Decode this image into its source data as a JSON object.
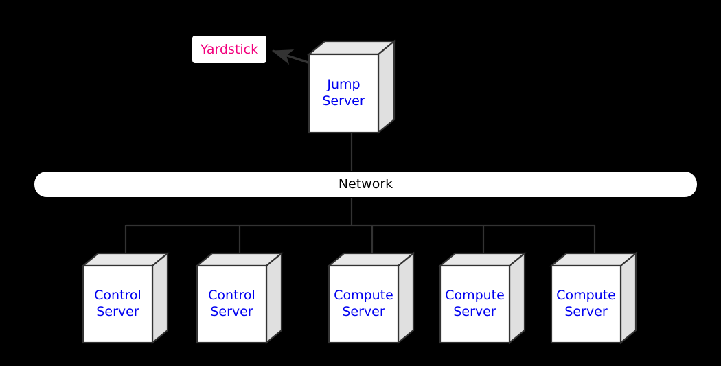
{
  "diagram": {
    "background_color": "#000000",
    "node_fill": "#ffffff",
    "node_top_fill": "#e8e8e8",
    "node_side_fill": "#e0e0e0",
    "stroke_color": "#333333",
    "server_label_color": "#0000f0",
    "accent_color": "#f2007d",
    "network_label_color": "#000000"
  },
  "yardstick": {
    "label": "Yardstick"
  },
  "jump_server": {
    "label_line1": "Jump",
    "label_line2": "Server",
    "port_icon": "circle-port-icon"
  },
  "network": {
    "label": "Network"
  },
  "servers": [
    {
      "label_line1": "Control",
      "label_line2": "Server",
      "kind": "control"
    },
    {
      "label_line1": "Control",
      "label_line2": "Server",
      "kind": "control"
    },
    {
      "label_line1": "Compute",
      "label_line2": "Server",
      "kind": "compute"
    },
    {
      "label_line1": "Compute",
      "label_line2": "Server",
      "kind": "compute"
    },
    {
      "label_line1": "Compute",
      "label_line2": "Server",
      "kind": "compute"
    }
  ],
  "connections": {
    "yardstick_arrow": "arrow-jump-server-to-yardstick",
    "jump_to_network": "line-jump-server-to-network",
    "network_to_bus": "line-network-to-bus",
    "bus": "horizontal-bus"
  }
}
